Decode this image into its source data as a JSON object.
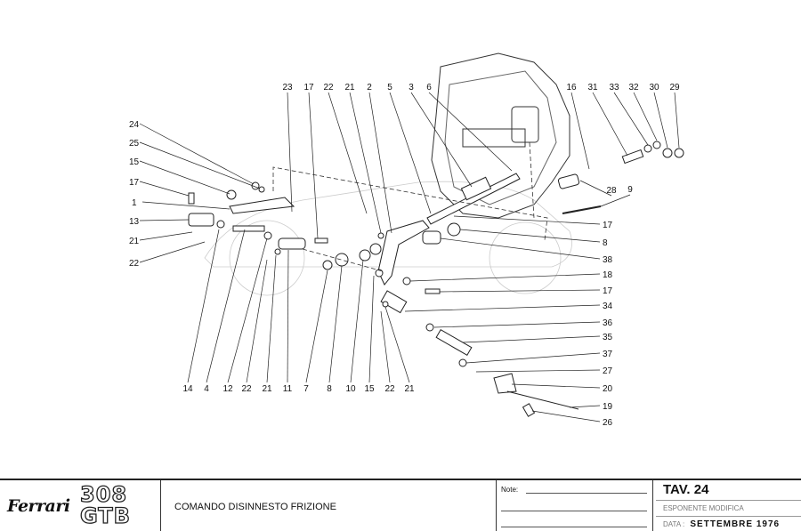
{
  "diagram": {
    "callouts_top": [
      "23",
      "17",
      "22",
      "21",
      "2",
      "5",
      "3",
      "6"
    ],
    "callouts_top_right": [
      "16",
      "31",
      "33",
      "32",
      "30",
      "29"
    ],
    "callouts_left": [
      "24",
      "25",
      "15",
      "17",
      "1",
      "13",
      "21",
      "22"
    ],
    "callouts_bottom": [
      "14",
      "4",
      "12",
      "22",
      "21",
      "11",
      "7",
      "8",
      "10",
      "15",
      "22",
      "21"
    ],
    "callouts_right": [
      "28",
      "9",
      "17",
      "8",
      "38",
      "18",
      "17",
      "34",
      "36",
      "35",
      "37",
      "27",
      "20",
      "19",
      "26"
    ]
  },
  "titleblock": {
    "brand": "Ferrari",
    "model_top": "308",
    "model_bottom": "GTB",
    "description": "COMANDO DISINNESTO FRIZIONE",
    "notes_label": "Note:",
    "table": "TAV. 24",
    "revision_label": "ESPONENTE MODIFICA",
    "date_label": "DATA",
    "date_value": "SETTEMBRE 1976"
  }
}
